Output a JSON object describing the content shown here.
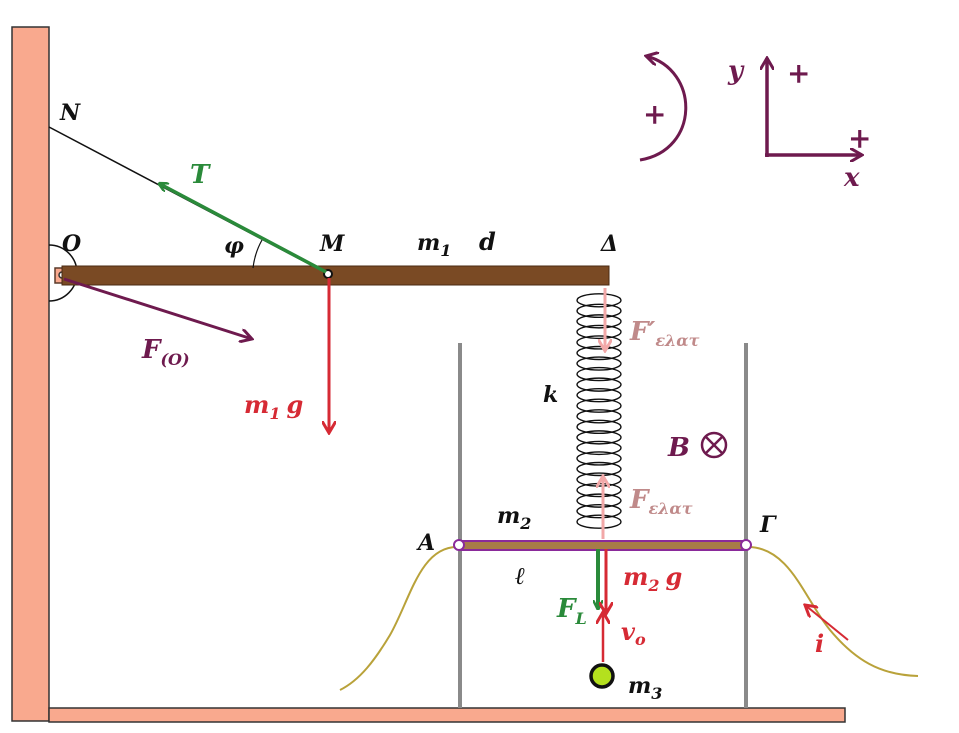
{
  "labels": {
    "N": "N",
    "O": "O",
    "M": "M",
    "Delta": "Δ",
    "A": "A",
    "Gamma": "Γ",
    "m1": "m",
    "m1_sub": "1",
    "d": "d",
    "phi": "φ",
    "T": "T",
    "F_O": "F",
    "F_O_sub": "(O)",
    "m1g": "m",
    "m1g_sub": "1",
    "m1g_g": "g",
    "k": "k",
    "F_elast_prime": "F′",
    "F_elast_prime_sub": "ελατ",
    "F_elast": "F",
    "F_elast_sub": "ελατ",
    "B": "B",
    "m2": "m",
    "m2_sub": "2",
    "ell": "ℓ",
    "F_L": "F",
    "F_L_sub": "L",
    "m2g": "m",
    "m2g_sub": "2",
    "m2g_g": "g",
    "v0": "v",
    "v0_sub": "o",
    "m3": "m",
    "m3_sub": "3",
    "i": "i",
    "rot_plus": "+",
    "y": "y",
    "y_plus": "+",
    "x": "x",
    "x_plus": "+"
  },
  "colors": {
    "wall": "#f9a98e",
    "rod": "#7a4a24",
    "tension": "#2a8a3a",
    "force_red": "#d62a34",
    "purple": "#6e1a4e",
    "spring_force": "#f2a8a8",
    "spring_label": "#c08a8a",
    "rail": "#8a8a8a",
    "wire": "#b9a23a",
    "ball": "#b4e01e"
  }
}
